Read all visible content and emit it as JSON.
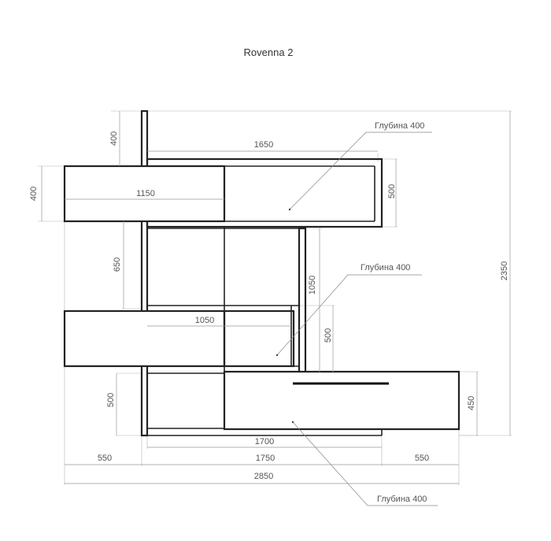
{
  "title": "Rovenna 2",
  "depth_label": "Глубина 400",
  "dimensions": {
    "upper_post": "400",
    "top_box_height": "400",
    "top_width": "1650",
    "top_box_width": "1150",
    "top_right_height": "500",
    "mid_gap": "650",
    "mid_vertical": "1050",
    "mid_shelf_width": "1050",
    "mid_box_height": "500",
    "total_height": "2350",
    "bottom_left_height": "500",
    "bottom_right_height": "450",
    "bottom_width": "1700",
    "left_offset": "550",
    "center_width": "1750",
    "right_offset": "550",
    "total_width": "2850"
  }
}
